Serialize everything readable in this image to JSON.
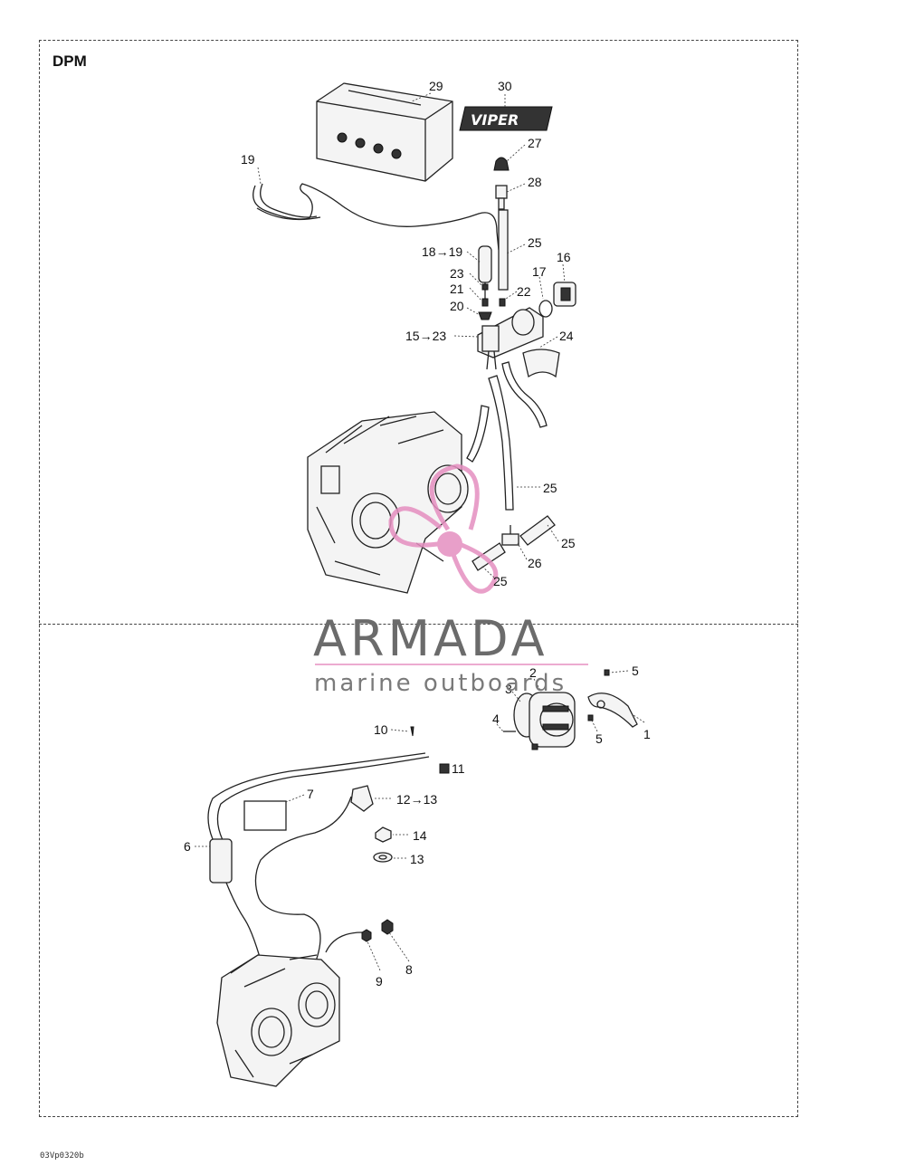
{
  "section_title": "DPM",
  "figure_code": "03Vp0320b",
  "watermark": {
    "brand": "ARMADA",
    "tagline": "marine outboards",
    "logo_color": "#e58fc0"
  },
  "decal_text": "VIPER",
  "callouts": {
    "c29": "29",
    "c30": "30",
    "c27": "27",
    "c28": "28",
    "c19": "19",
    "c18_19": "18→19",
    "c25a": "25",
    "c16": "16",
    "c17": "17",
    "c23": "23",
    "c21": "21",
    "c22": "22",
    "c20": "20",
    "c15_23": "15→23",
    "c24": "24",
    "c25b": "25",
    "c25c": "25",
    "c26": "26",
    "c25d": "25",
    "c5a": "5",
    "c2": "2",
    "c3": "3",
    "c4": "4",
    "c5b": "5",
    "c1": "1",
    "c10": "10",
    "c11": "11",
    "c7": "7",
    "c12_13": "12→13",
    "c14": "14",
    "c6": "6",
    "c13": "13",
    "c9": "9",
    "c8": "8"
  }
}
